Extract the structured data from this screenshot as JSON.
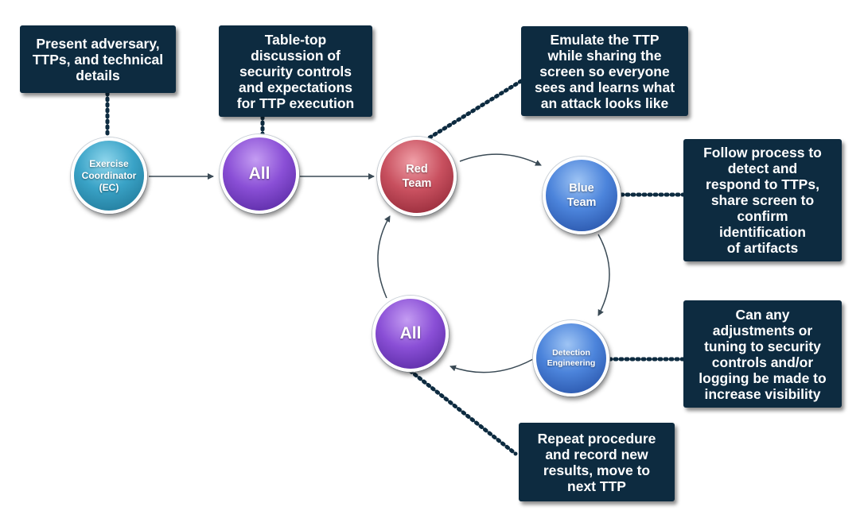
{
  "nodes": {
    "exercise_coordinator": "Exercise\nCoordinator\n(EC)",
    "all_top": "All",
    "red_team": "Red\nTeam",
    "blue_team": "Blue\nTeam",
    "detection_engineering": "Detection\nEngineering",
    "all_bottom": "All"
  },
  "boxes": {
    "present_adversary": "Present adversary,\nTTPs, and technical\ndetails",
    "table_top": "Table-top\ndiscussion of\nsecurity controls\nand expectations\nfor TTP execution",
    "emulate": "Emulate the TTP\nwhile sharing the\nscreen so everyone\nsees and learns what\nan attack looks like",
    "follow_process": "Follow process to\ndetect and\nrespond to TTPs,\nshare screen to\nconfirm\nidentification\nof artifacts",
    "adjustments": "Can any\nadjustments or\ntuning to security\ncontrols and/or\nlogging be made to\nincrease visibility",
    "repeat": "Repeat procedure\nand record new\nresults, move to\nnext TTP"
  },
  "colors": {
    "box_background": "#0d2b40",
    "dotted_connector": "#0d2b40",
    "arrow": "#3a4a55"
  }
}
